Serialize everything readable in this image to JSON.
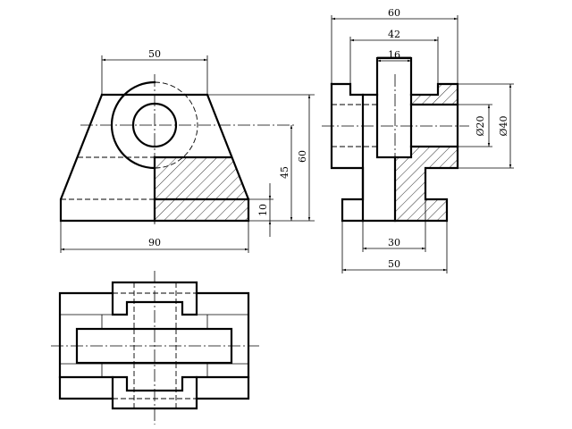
{
  "drawing": {
    "front_view": {
      "dims": {
        "top_width": "50",
        "height": "60",
        "center_height": "45",
        "base_thickness": "10",
        "base_width": "90"
      }
    },
    "side_view": {
      "dims": {
        "overall_width": "60",
        "notch_width": "42",
        "slot_width": "16",
        "bore_diameter": "Ø20",
        "boss_diameter": "Ø40",
        "neck_width": "30",
        "base_width": "50"
      }
    },
    "top_view": {}
  }
}
